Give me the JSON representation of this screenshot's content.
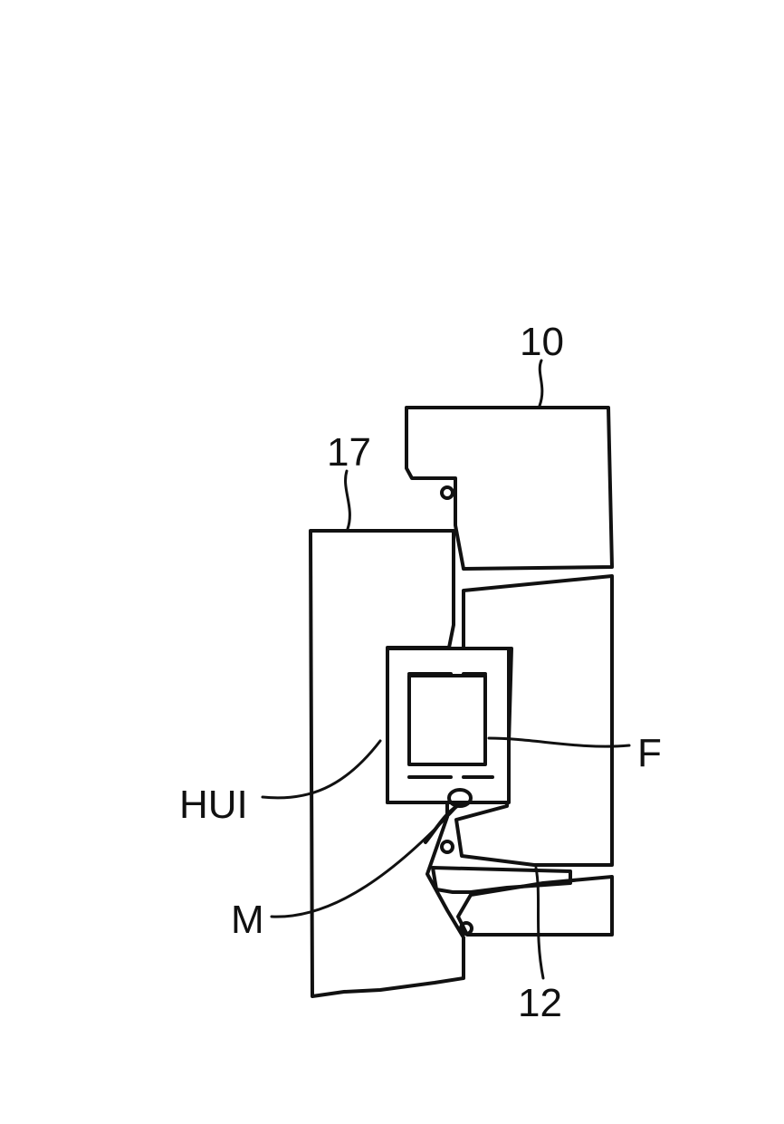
{
  "labels": {
    "frame_upper": "10",
    "sash": "17",
    "seal": "F",
    "insulating_profile": "HUI",
    "bead": "M",
    "frame_lower": "12"
  },
  "colors": {
    "ink": "#111111",
    "background": "#ffffff"
  }
}
